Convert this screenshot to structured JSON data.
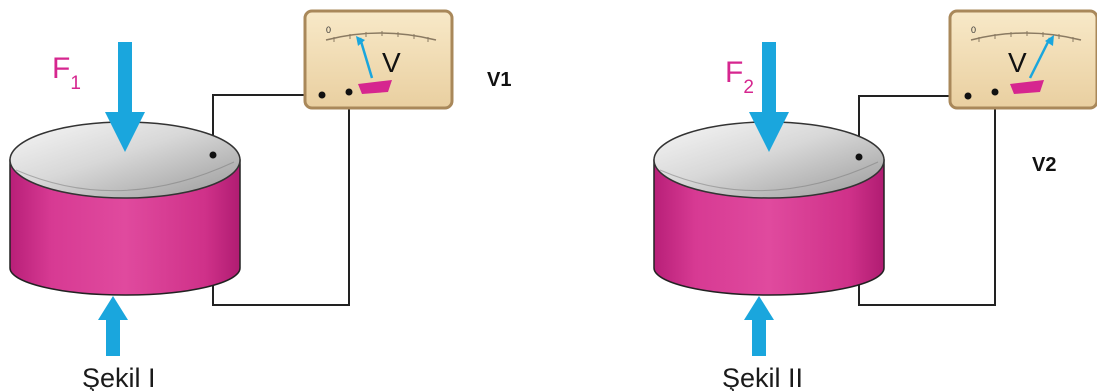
{
  "figures": [
    {
      "force_letter": "F",
      "force_subscript": "1",
      "meter_symbol": "V",
      "meter_zero": "0",
      "voltmeter_label": "V1",
      "caption": "Şekil I"
    },
    {
      "force_letter": "F",
      "force_subscript": "2",
      "meter_symbol": "V",
      "meter_zero": "0",
      "voltmeter_label": "V2",
      "caption": "Şekil II"
    }
  ],
  "colors": {
    "cylinder": "#d6368f",
    "arrow": "#1aa6dd",
    "meter_face": "#f2ddb4",
    "meter_border": "#a9885a",
    "wire": "#222222"
  }
}
